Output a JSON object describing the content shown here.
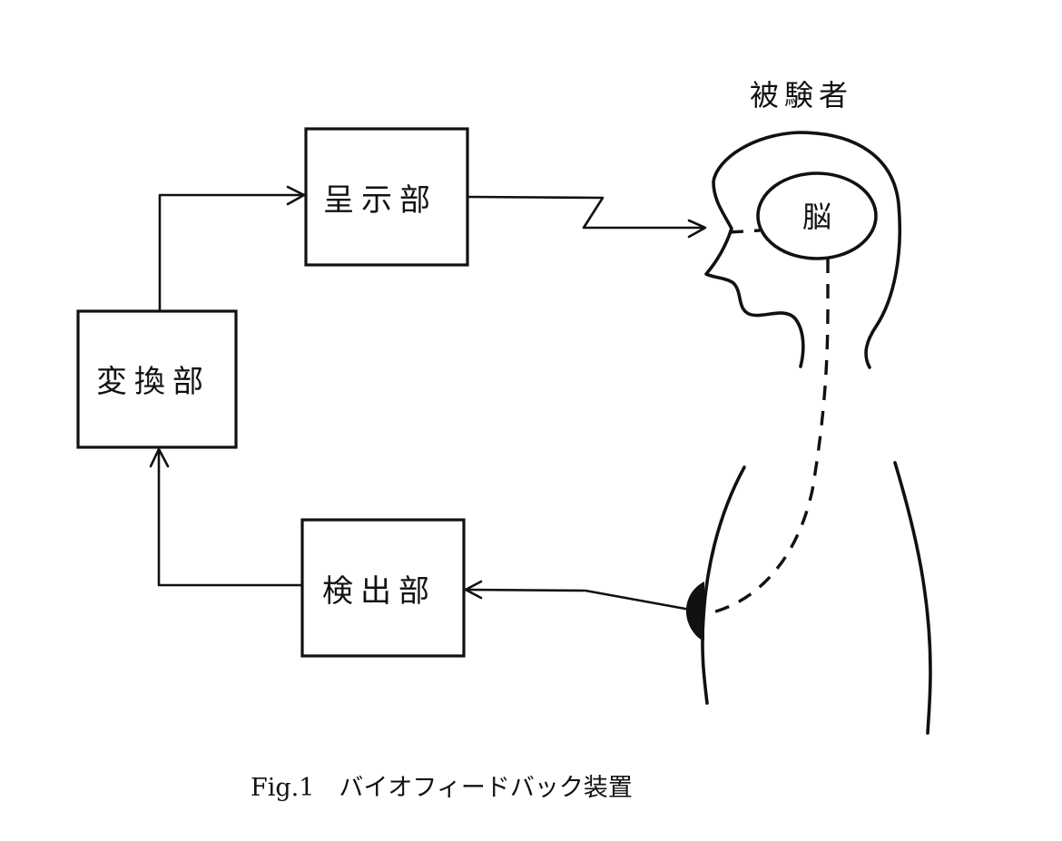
{
  "figure": {
    "caption": "Fig.1　バイオフィードバック装置",
    "subject_label": "被験者",
    "brain_label": "脳"
  },
  "blocks": {
    "presentation": {
      "label": "呈示部"
    },
    "conversion": {
      "label": "変換部"
    },
    "detection": {
      "label": "検出部"
    }
  },
  "connections": [
    {
      "from": "conversion",
      "to": "presentation",
      "style": "arrow"
    },
    {
      "from": "presentation",
      "to": "subject-eye",
      "style": "zigzag-arrow"
    },
    {
      "from": "electrode",
      "to": "detection",
      "style": "arrow"
    },
    {
      "from": "detection",
      "to": "conversion",
      "style": "arrow"
    },
    {
      "from": "eye",
      "to": "brain",
      "style": "dashed"
    },
    {
      "from": "brain",
      "to": "electrode",
      "style": "dashed"
    }
  ]
}
